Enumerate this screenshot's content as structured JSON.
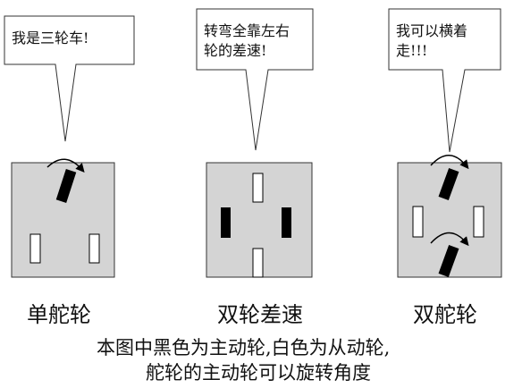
{
  "panels": [
    {
      "bubble_lines": [
        "我是三轮车!"
      ],
      "label": "单舵轮"
    },
    {
      "bubble_lines": [
        "转弯全靠左右",
        "轮的差速!"
      ],
      "label": "双轮差速"
    },
    {
      "bubble_lines": [
        "我可以横着",
        "走!!!"
      ],
      "label": "双舵轮"
    }
  ],
  "caption": {
    "line1": "本图中黑色为主动轮,白色为从动轮,",
    "line2": "舵轮的主动轮可以旋转角度"
  },
  "colors": {
    "chassis_fill": "#d4d4d4",
    "drive_wheel": "#000000",
    "driven_wheel": "#ffffff",
    "outline": "#333333"
  }
}
